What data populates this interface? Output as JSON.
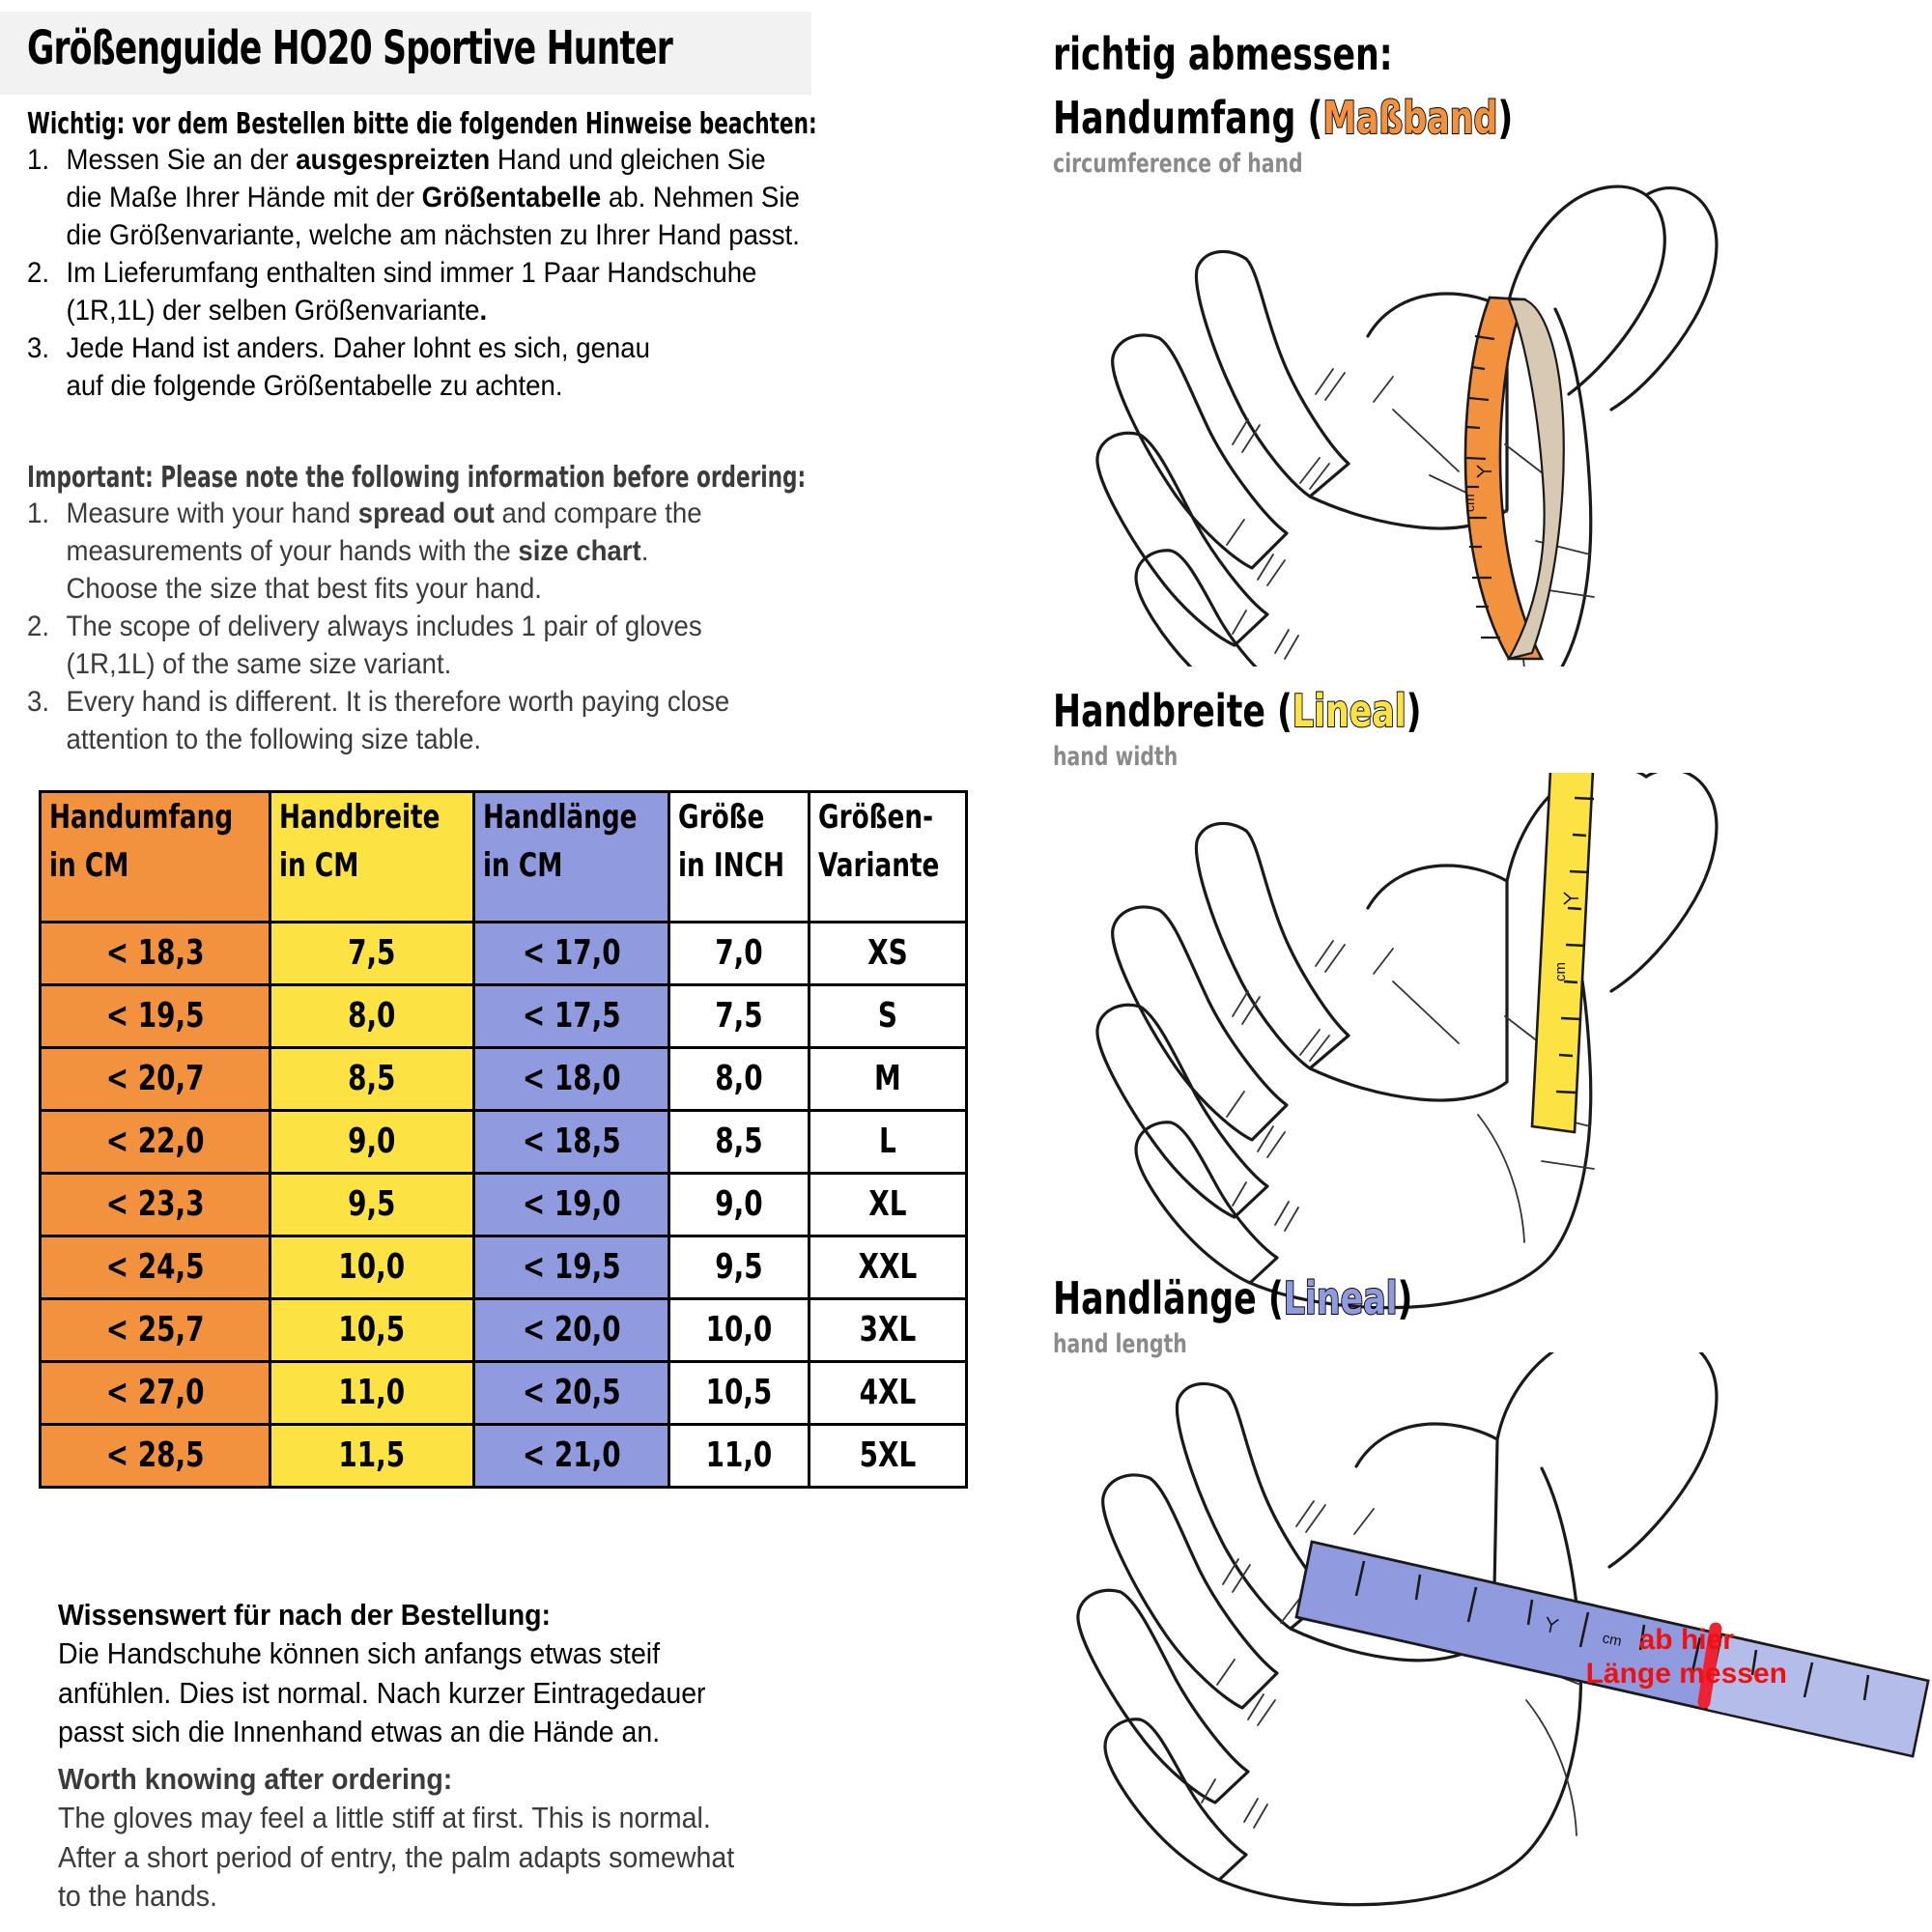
{
  "title": "Größenguide HO20 Sportive Hunter",
  "german": {
    "heading": "Wichtig: vor dem Bestellen bitte die folgenden Hinweise beachten:",
    "items": [
      {
        "num": "1.",
        "lines": [
          {
            "parts": [
              {
                "t": "Messen Sie an der ",
                "b": false
              },
              {
                "t": "ausgespreizten",
                "b": true
              },
              {
                "t": " Hand und gleichen Sie",
                "b": false
              }
            ]
          },
          {
            "parts": [
              {
                "t": "die Maße Ihrer Hände mit der ",
                "b": false
              },
              {
                "t": "Größentabelle",
                "b": true
              },
              {
                "t": " ab. Nehmen Sie",
                "b": false
              }
            ]
          },
          {
            "parts": [
              {
                "t": "die Größenvariante, welche am nächsten zu Ihrer Hand passt.",
                "b": false
              }
            ]
          }
        ]
      },
      {
        "num": "2.",
        "lines": [
          {
            "parts": [
              {
                "t": "Im Lieferumfang enthalten sind immer 1 Paar Handschuhe",
                "b": false
              }
            ]
          },
          {
            "parts": [
              {
                "t": "(1R,1L) der selben Größenvariante",
                "b": false
              },
              {
                "t": ".",
                "b": true
              }
            ]
          }
        ]
      },
      {
        "num": "3.",
        "lines": [
          {
            "parts": [
              {
                "t": "Jede Hand ist anders. Daher lohnt es sich, genau",
                "b": false
              }
            ]
          },
          {
            "parts": [
              {
                "t": "auf die folgende Größentabelle zu achten.",
                "b": false
              }
            ]
          }
        ]
      }
    ]
  },
  "english": {
    "heading": "Important: Please note the following information before ordering:",
    "items": [
      {
        "num": "1.",
        "lines": [
          {
            "parts": [
              {
                "t": "Measure with your hand ",
                "b": false
              },
              {
                "t": "spread out",
                "b": true
              },
              {
                "t": " and compare the",
                "b": false
              }
            ]
          },
          {
            "parts": [
              {
                "t": "measurements of your hands with the ",
                "b": false
              },
              {
                "t": "size chart",
                "b": true
              },
              {
                "t": ".",
                "b": false
              }
            ]
          },
          {
            "parts": [
              {
                "t": "Choose the size that best fits your hand.",
                "b": false
              }
            ]
          }
        ]
      },
      {
        "num": "2.",
        "lines": [
          {
            "parts": [
              {
                "t": "The scope of delivery always includes 1 pair of gloves",
                "b": false
              }
            ]
          },
          {
            "parts": [
              {
                "t": "(1R,1L) of the same size variant.",
                "b": false
              }
            ]
          }
        ]
      },
      {
        "num": "3.",
        "lines": [
          {
            "parts": [
              {
                "t": "Every hand is different. It is therefore worth paying close",
                "b": false
              }
            ]
          },
          {
            "parts": [
              {
                "t": "attention to the following size table.",
                "b": false
              }
            ]
          }
        ]
      }
    ]
  },
  "size_table": {
    "headers": [
      {
        "l1": "Handumfang",
        "l2": "in CM",
        "color": "#F2913E"
      },
      {
        "l1": "Handbreite",
        "l2": "in CM",
        "color": "#FCE243"
      },
      {
        "l1": "Handlänge",
        "l2": "in CM",
        "color": "#8F9BDE"
      },
      {
        "l1": "Größe",
        "l2": "in INCH",
        "color": "#FFFFFF"
      },
      {
        "l1": "Größen-",
        "l2": "Variante",
        "color": "#FFFFFF"
      }
    ],
    "rows": [
      [
        "< 18,3",
        "7,5",
        "< 17,0",
        "7,0",
        "XS"
      ],
      [
        "< 19,5",
        "8,0",
        "< 17,5",
        "7,5",
        "S"
      ],
      [
        "< 20,7",
        "8,5",
        "< 18,0",
        "8,0",
        "M"
      ],
      [
        "< 22,0",
        "9,0",
        "< 18,5",
        "8,5",
        "L"
      ],
      [
        "< 23,3",
        "9,5",
        "< 19,0",
        "9,0",
        "XL"
      ],
      [
        "< 24,5",
        "10,0",
        "< 19,5",
        "9,5",
        "XXL"
      ],
      [
        "< 25,7",
        "10,5",
        "< 20,0",
        "10,0",
        "3XL"
      ],
      [
        "< 27,0",
        "11,0",
        "< 20,5",
        "10,5",
        "4XL"
      ],
      [
        "< 28,5",
        "11,5",
        "< 21,0",
        "11,0",
        "5XL"
      ]
    ]
  },
  "footer_de": {
    "heading": "Wissenswert für nach der Bestellung:",
    "lines": [
      "Die Handschuhe können sich anfangs etwas steif",
      "anfühlen. Dies ist normal. Nach kurzer Eintragedauer",
      "passt sich die Innenhand etwas an die Hände an."
    ]
  },
  "footer_en": {
    "heading": "Worth knowing after ordering:",
    "lines": [
      "The gloves may feel a little stiff at first. This is normal.",
      "After a short period of entry, the palm adapts somewhat",
      "to the hands."
    ]
  },
  "right": {
    "title": "richtig abmessen:",
    "sections": [
      {
        "de_main": "Handumfang (",
        "tool": "Maßband",
        "de_close": ")",
        "en": "circumference of hand",
        "color": "#F2913E"
      },
      {
        "de_main": "Handbreite (",
        "tool": "Lineal",
        "de_close": ")",
        "en": "hand width",
        "color": "#FCE243"
      },
      {
        "de_main": "Handlänge (",
        "tool": "Lineal",
        "de_close": ")",
        "en": "hand length",
        "color": "#8F9BDE"
      }
    ],
    "red_note_line1": "ab hier",
    "red_note_line2": "Länge messen",
    "tape_label": "cm",
    "ruler_label": "cm"
  },
  "colors": {
    "orange": "#F2913E",
    "yellow": "#FCE243",
    "blue": "#8F9BDE",
    "red": "#EE1111",
    "gray_text": "#8A8A8A",
    "tape_shadow": "#D7C9B4"
  }
}
